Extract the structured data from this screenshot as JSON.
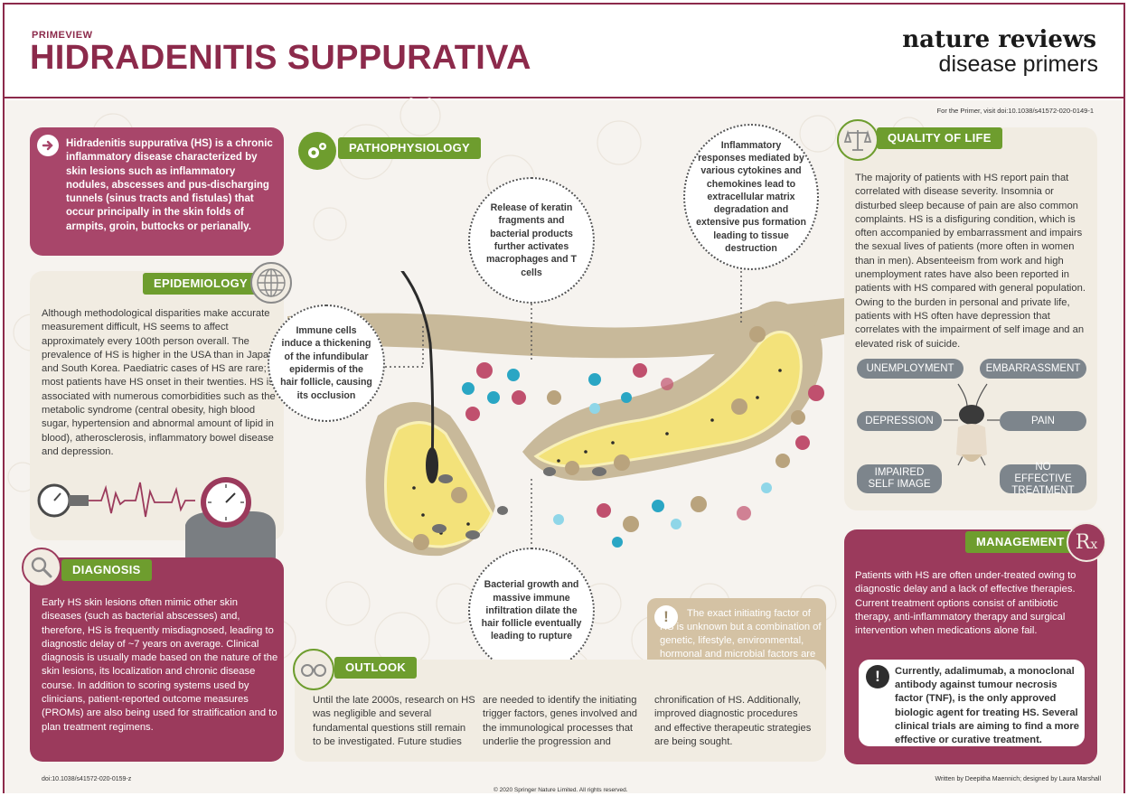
{
  "header": {
    "kicker": "PRIMEVIEW",
    "title": "HIDRADENITIS SUPPURATIVA",
    "brand_line1": "nature reviews",
    "brand_line2": "disease primers"
  },
  "primer_link": "For the Primer, visit doi:10.1038/s41572-020-0149-1",
  "intro": {
    "lead": "Hidradenitis suppurativa (HS) is",
    "rest": "a chronic inflammatory disease characterized by skin lesions such as inflammatory nodules, abscesses and pus-discharging tunnels (sinus tracts and fistulas) that occur principally in the skin folds of armpits, groin, buttocks or perianally."
  },
  "epidemiology": {
    "label": "EPIDEMIOLOGY",
    "text": "Although methodological disparities make accurate measurement difficult, HS seems to affect approximately every 100th person overall. The prevalence of HS is higher in the USA than in Japan and South Korea. Paediatric cases of HS are rare; most patients have HS onset in their twenties. HS is associated with numerous comorbidities such as the metabolic syndrome (central obesity, high blood sugar, hypertension and abnormal amount of lipid in blood), atherosclerosis, inflammatory bowel disease and depression."
  },
  "diagnosis": {
    "label": "DIAGNOSIS",
    "text": "Early HS skin lesions often mimic other skin diseases (such as bacterial abscesses) and, therefore, HS is frequently misdiagnosed, leading to diagnostic delay of ~7 years on average. Clinical diagnosis is usually made based on the nature of the skin lesions, its localization and chronic disease course. In addition to scoring systems used by clinicians, patient-reported outcome measures (PROMs) are also being used for stratification and to plan treatment regimens."
  },
  "pathophysiology": {
    "label": "PATHOPHYSIOLOGY",
    "bubble_immune": "Immune cells induce a thickening of the infundibular epidermis of the hair follicle, causing its occlusion",
    "bubble_keratin": "Release of keratin fragments and bacterial products further activates macrophages and T cells",
    "bubble_inflammatory": "Inflammatory responses mediated by various cytokines and chemokines lead to extracellular matrix degradation and extensive pus formation leading to tissue destruction",
    "bubble_bacterial": "Bacterial growth and massive immune infiltration dilate the hair follicle eventually leading to rupture"
  },
  "initiating_note": "The exact initiating factor of HS is unknown but a combination of genetic, lifestyle, environmental, hormonal and microbial factors are involved",
  "outlook": {
    "label": "OUTLOOK",
    "col1": "Until the late 2000s, research on HS was negligible and several fundamental questions still remain to be investigated. Future studies",
    "col2": "are needed to identify the initiating trigger factors, genes involved and the immunological processes that underlie the progression and",
    "col3": "chronification of HS. Additionally, improved diagnostic procedures and effective therapeutic strategies are being sought."
  },
  "quality_of_life": {
    "label": "QUALITY OF LIFE",
    "text": "The majority of patients with HS report pain that correlated with disease severity. Insomnia or disturbed sleep because of pain are also common complaints. HS is a disfiguring condition, which is often accompanied by embarrassment and impairs the sexual lives of patients (more often in women than in men). Absenteeism from work and high unemployment rates have also been reported in patients with HS compared with general population. Owing to the burden in personal and private life, patients with HS often have depression that correlates with the impairment of self image and an elevated risk of suicide.",
    "tags": {
      "unemployment": "UNEMPLOYMENT",
      "embarrassment": "EMBARRASSMENT",
      "depression": "DEPRESSION",
      "pain": "PAIN",
      "impaired_1": "IMPAIRED",
      "impaired_2": "SELF IMAGE",
      "no_effective_1": "NO EFFECTIVE",
      "no_effective_2": "TREATMENT"
    }
  },
  "management": {
    "label": "MANAGEMENT",
    "text": "Patients with HS are often under-treated owing to diagnostic delay and a lack of effective therapies. Current treatment options consist of antibiotic therapy, anti-inflammatory therapy and surgical intervention when medications alone fail.",
    "note": "Currently, adalimumab, a monoclonal antibody against tumour necrosis factor (TNF), is the only approved biologic agent for treating HS. Several clinical trials are aiming to find a more effective or curative treatment."
  },
  "footer": {
    "doi": "doi:10.1038/s41572-020-0159-z",
    "copyright": "© 2020 Springer Nature Limited. All rights reserved.",
    "credits": "Written by Deepitha Maennich; designed by Laura Marshall"
  },
  "colors": {
    "maroon": "#9b3a5c",
    "green": "#6e9d2e",
    "beige": "#f1ece2",
    "skin": "#c8b99a",
    "follicle": "#f3e27a"
  }
}
